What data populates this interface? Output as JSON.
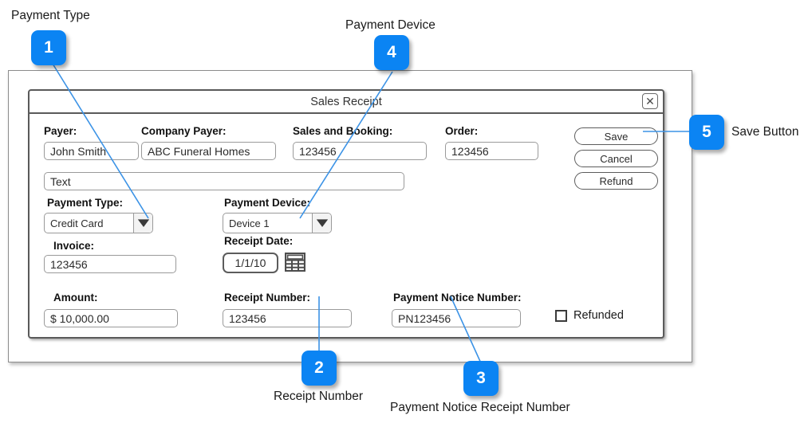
{
  "dialog": {
    "title": "Sales Receipt",
    "close_icon": "close-x-icon"
  },
  "fields": {
    "payer": {
      "label": "Payer:",
      "value": "John Smith"
    },
    "company_payer": {
      "label": "Company Payer:",
      "value": "ABC Funeral Homes"
    },
    "sales_and_booking": {
      "label": "Sales and Booking:",
      "value": "123456"
    },
    "order": {
      "label": "Order:",
      "value": "123456"
    },
    "text_note": {
      "label": "",
      "value": "Text"
    },
    "payment_type": {
      "label": "Payment Type:",
      "value": "Credit Card"
    },
    "payment_device": {
      "label": "Payment Device:",
      "value": "Device 1"
    },
    "invoice": {
      "label": "Invoice:",
      "value": "123456"
    },
    "receipt_date": {
      "label": "Receipt Date:",
      "value": "1/1/10",
      "calendar_icon": "calendar-icon"
    },
    "amount": {
      "label": "Amount:",
      "value": "$ 10,000.00"
    },
    "receipt_number": {
      "label": "Receipt Number:",
      "value": "123456"
    },
    "payment_notice_number": {
      "label": "Payment Notice Number:",
      "value": "PN123456"
    },
    "refunded": {
      "label": "Refunded",
      "checked": false
    }
  },
  "buttons": {
    "save": "Save",
    "cancel": "Cancel",
    "refund": "Refund"
  },
  "callouts": [
    {
      "number": "1",
      "label": "Payment Type"
    },
    {
      "number": "2",
      "label": "Receipt Number"
    },
    {
      "number": "3",
      "label": "Payment Notice Receipt Number"
    },
    {
      "number": "4",
      "label": "Payment Device"
    },
    {
      "number": "5",
      "label": "Save Button"
    }
  ],
  "colors": {
    "callout_blue": "#0b84f3",
    "leader_line": "#3c93e6",
    "frame_border": "#8c8c8c",
    "dialog_border": "#5a5a5a"
  }
}
